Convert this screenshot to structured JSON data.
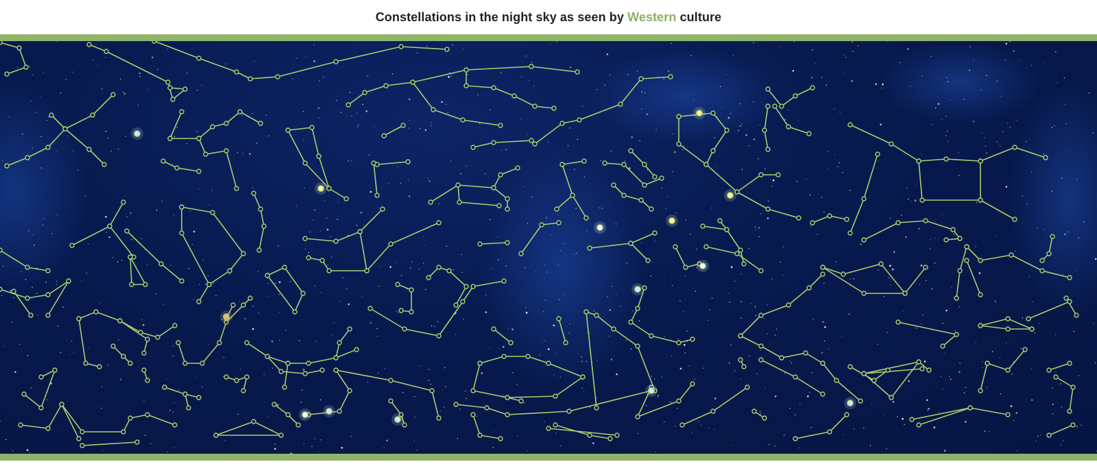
{
  "header": {
    "title_before": "Constellations in the night sky as seen by ",
    "title_highlight": "Western",
    "title_after": " culture"
  },
  "colors": {
    "accent": "#8fb46a",
    "highlight_text": "#8db063",
    "sky_dark": "#061543",
    "sky_mid": "#0d2466",
    "constellation_line": "#a9cf6e"
  }
}
